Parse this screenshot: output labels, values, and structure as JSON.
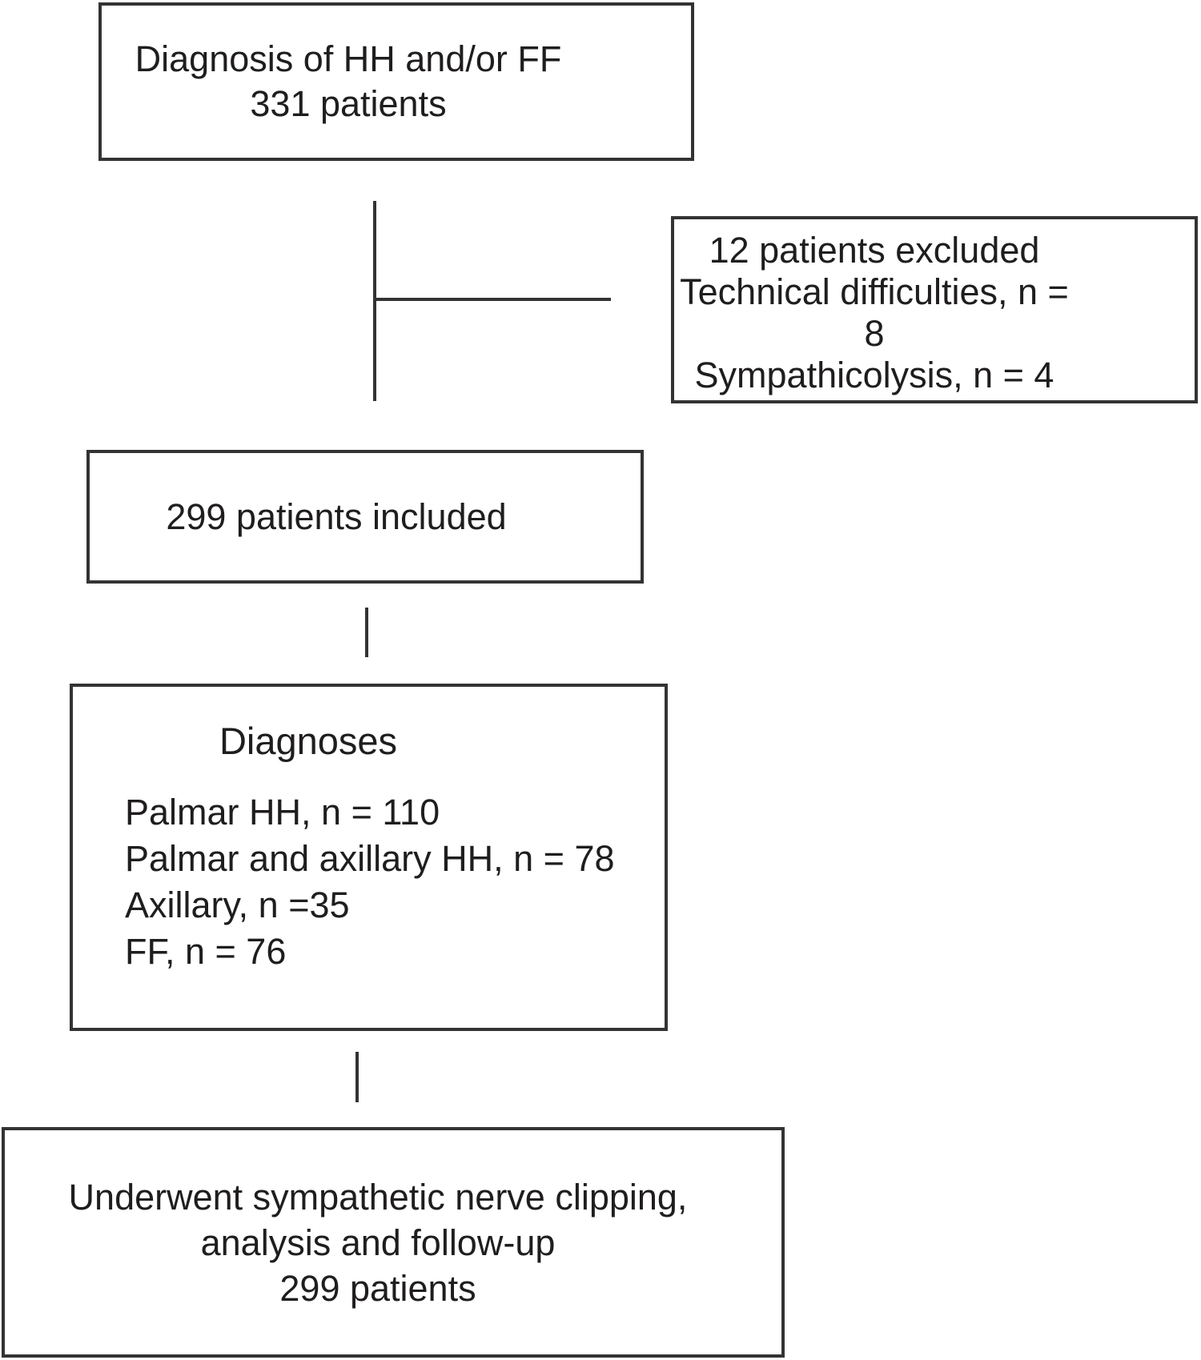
{
  "colors": {
    "ink": "#1f1d1e",
    "stroke": "#333333",
    "background": "#ffffff"
  },
  "nodes": {
    "diagnosis": {
      "lines": [
        "Diagnosis of HH and/or FF",
        "331 patients"
      ]
    },
    "excluded": {
      "lines": [
        "12 patients excluded",
        "Technical difficulties, n = 8",
        "Sympathicolysis, n = 4"
      ]
    },
    "included": {
      "lines": [
        "299 patients included"
      ]
    },
    "diagnoses": {
      "heading": "Diagnoses",
      "items": [
        "Palmar HH, n = 110",
        "Palmar and axillary HH, n = 78",
        "Axillary, n =35",
        "FF, n = 76"
      ]
    },
    "outcome": {
      "lines": [
        "Underwent sympathetic nerve clipping,",
        "analysis and follow-up",
        "299 patients"
      ]
    }
  }
}
